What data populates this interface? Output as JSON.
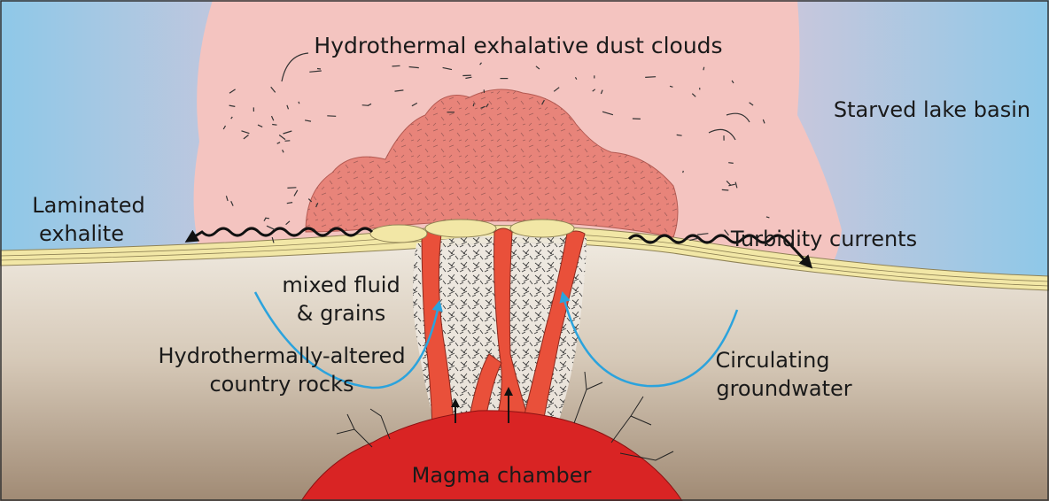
{
  "labels": {
    "dust_clouds": "Hydrothermal exhalative dust clouds",
    "starved_lake": "Starved lake basin",
    "laminated_1": "Laminated",
    "laminated_2": "exhalite",
    "turbidity": "Turbidity currents",
    "mixed_1": "mixed fluid",
    "mixed_2": "& grains",
    "altered_1": "Hydrothermally-altered",
    "altered_2": "country rocks",
    "circulating_1": "Circulating",
    "circulating_2": "groundwater",
    "magma": "Magma chamber"
  },
  "colors": {
    "water_blue": "#8ec8e8",
    "dust_pink": "#f4c4c0",
    "plume_red": "#e8847a",
    "conduit_red": "#e9503a",
    "magma_red": "#d92424",
    "exhalite_yellow": "#f2e7a6",
    "rock_top": "#ece6dc",
    "rock_bottom": "#a48e78",
    "arrow_blue": "#2ba3dd"
  }
}
